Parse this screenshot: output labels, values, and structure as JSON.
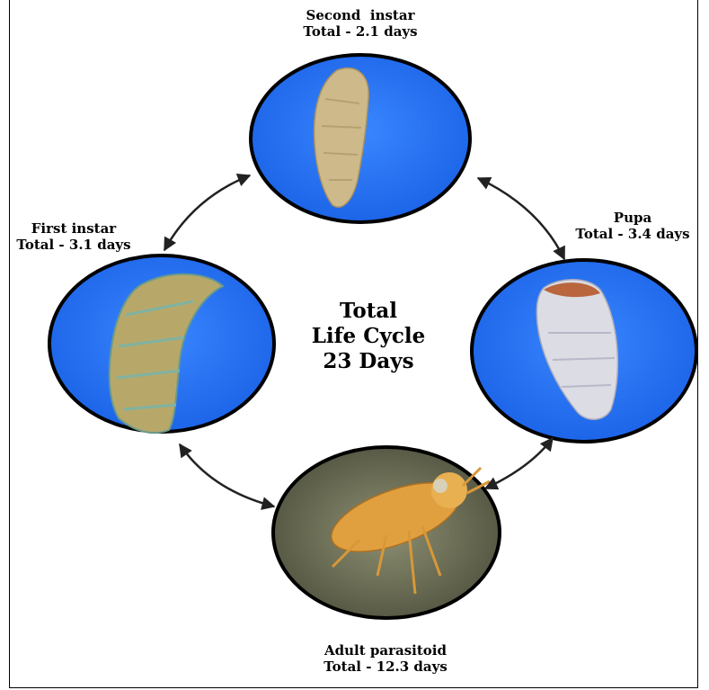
{
  "center": {
    "line1": "Total",
    "line2": "Life Cycle",
    "line3": "23 Days"
  },
  "stages": {
    "second_instar": {
      "name": "Second  instar",
      "duration": "Total - 2.1 days"
    },
    "pupa": {
      "name": "Pupa",
      "duration": "Total - 3.4 days"
    },
    "adult": {
      "name": "Adult parasitoid",
      "duration": "Total - 12.3 days"
    },
    "first_instar": {
      "name": "First instar",
      "duration": "Total - 3.1 days"
    }
  },
  "colors": {
    "circle_fill": "#1f70f0",
    "circle_stroke": "#000000",
    "arrow": "#222222"
  }
}
